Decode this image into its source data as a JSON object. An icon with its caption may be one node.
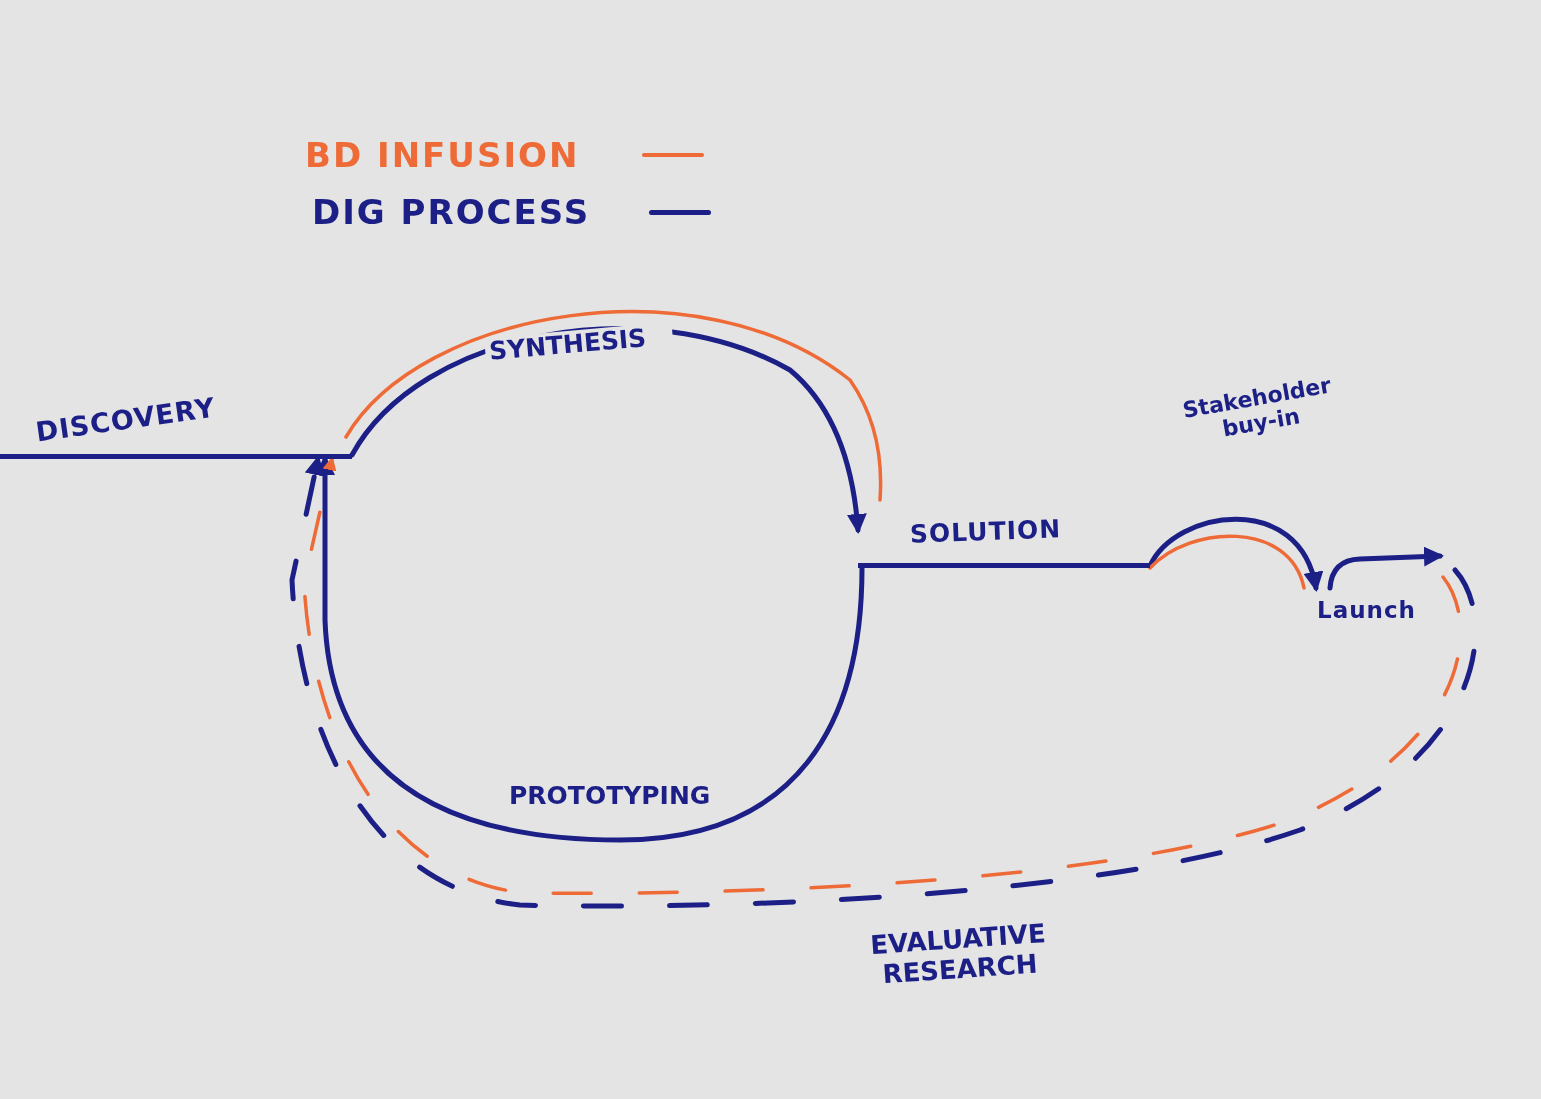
{
  "diagram": {
    "nodes": [
      {
        "text": [
          "DISCOVERY"
        ]
      },
      {
        "text": [
          "SOLUTION"
        ]
      },
      {
        "text": [
          "Launch"
        ]
      }
    ],
    "edges": [
      {
        "from": 0,
        "to": 1,
        "arrow": "to",
        "label": "SYNTHESIS"
      },
      {
        "from": 0,
        "to": 1,
        "arrow": "none",
        "color": "#ee6a36"
      },
      {
        "from": 1,
        "to": 0,
        "arrow": "to",
        "label": "PROTOTYPING"
      },
      {
        "from": 1,
        "to": 2,
        "arrow": "to",
        "label": "Stakeholder buy-in"
      },
      {
        "from": 1,
        "to": 2,
        "arrow": "none",
        "color": "#ee6a36"
      },
      {
        "from": 2,
        "to": null,
        "arrow": "to"
      },
      {
        "from": null,
        "to": 0,
        "arrow": "to",
        "style": "dashed",
        "label": "EVALUATIVE RESEARCH"
      },
      {
        "from": null,
        "to": 0,
        "arrow": "to",
        "style": "dashed",
        "color": "#ee6a36"
      }
    ],
    "legend": [
      {
        "text": "BD INFUSION",
        "color": "#ee6a36"
      },
      {
        "text": "DIG PROCESS",
        "color": "#1b1f86"
      }
    ]
  }
}
